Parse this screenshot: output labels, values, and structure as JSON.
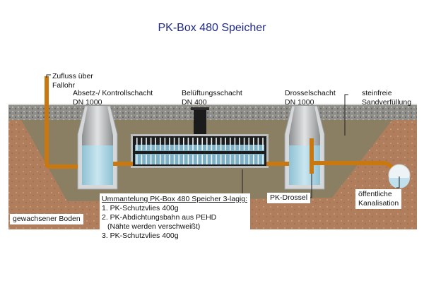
{
  "title": "PK-Box 480 Speicher",
  "labels": {
    "inflow": [
      "Zufluss über",
      "Fallohr"
    ],
    "settling_shaft": [
      "Absetz-/ Kontrollschacht",
      "DN 1000"
    ],
    "ventilation_shaft": [
      "Belüftungsschacht",
      "DN 400"
    ],
    "throttle_shaft": [
      "Drosselschacht",
      "DN 1000"
    ],
    "sand_fill": [
      "steinfreie",
      "Sandverfüllung"
    ],
    "throttle": "PK-Drossel",
    "public_sewer": [
      "öffentliche",
      "Kanalisation"
    ],
    "native_soil": "gewachsener Boden"
  },
  "legend": {
    "heading": "Ummantelung PK-Box 480 Speicher 3-lagig:",
    "items": [
      "1. PK-Schutzvlies 400g",
      "2. PK-Abdichtungsbahn aus PEHD",
      "(Nähte werden verschweißt)",
      "3. PK-Schutzvlies 400g"
    ]
  },
  "colors": {
    "title": "#1f2a8a",
    "soil": "#b07e5c",
    "sand": "#8a7f63",
    "gravel": "#8e8f8c",
    "pipe": "#c9780f",
    "water": "#a9d3e3",
    "concrete": "#c9cbcc",
    "box_frame": "#2a2a2a"
  }
}
